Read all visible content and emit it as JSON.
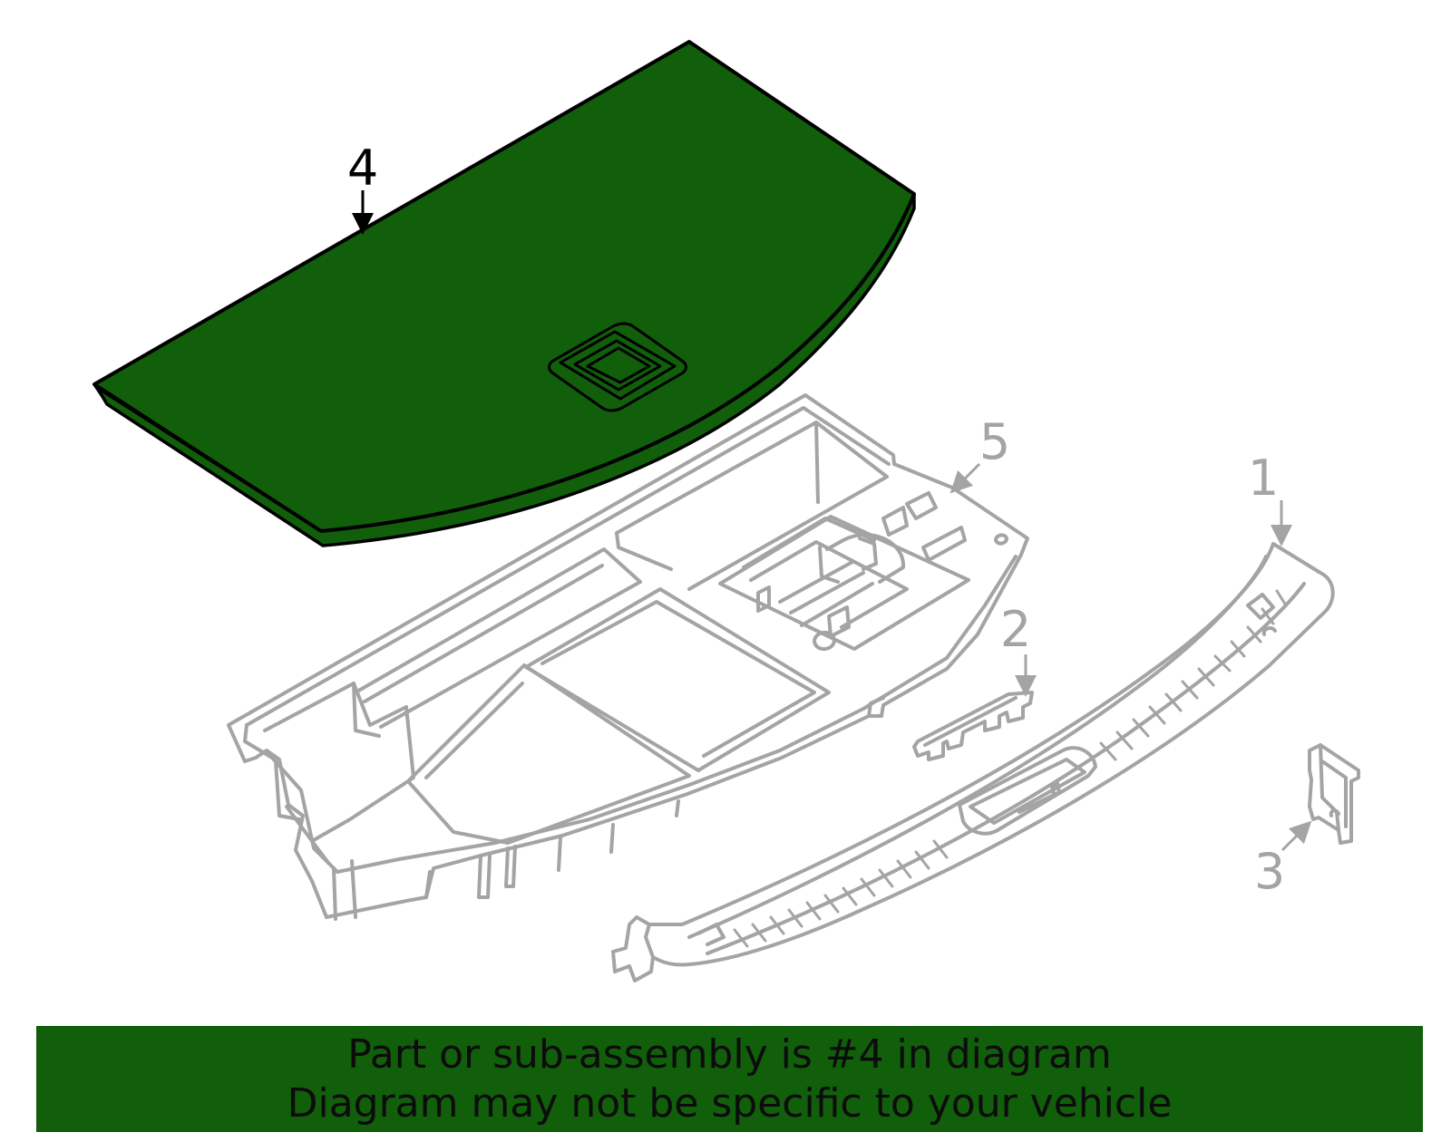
{
  "diagram": {
    "colors": {
      "highlight_fill": "#115e0b",
      "outline_dark": "#000000",
      "outline_grey": "#a4a4a4",
      "banner_background": "#115e0b",
      "banner_text": "#0c0c0c"
    },
    "callouts": {
      "part_1": "1",
      "part_2": "2",
      "part_3": "3",
      "part_4": "4",
      "part_5": "5"
    },
    "highlighted_part": "4"
  },
  "banner": {
    "line1": "Part or sub-assembly is #4 in diagram",
    "line2": "Diagram may not be specific to your vehicle"
  }
}
